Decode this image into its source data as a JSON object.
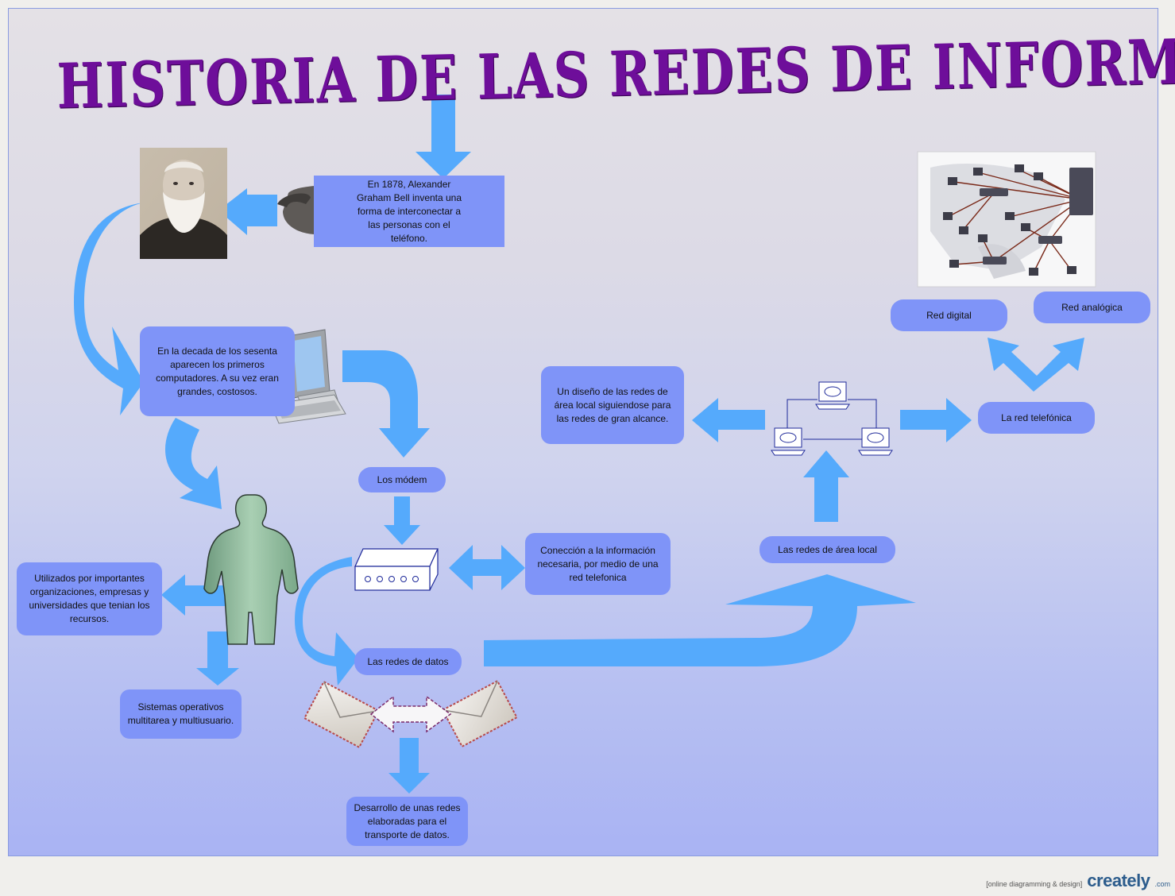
{
  "title": "HISTORIA DE LAS REDES DE INFORMACIÓN",
  "boxes": {
    "bell": "En 1878, Alexander Graham Bell inventa una forma de interconectar a las personas con el teléfono.",
    "sixties": "En la decada de los sesenta aparecen los primeros computadores. A su vez eran grandes, costosos.",
    "modem": "Los módem",
    "connection": "Conección a la información necesaria, por medio de una red telefonica",
    "used_by": "Utilizados por importantes organizaciones, empresas y universidades que tenian los recursos.",
    "os": "Sistemas operativos multitarea y multiusuario.",
    "data_networks": "Las redes de datos",
    "development": "Desarrollo de unas redes elaboradas para el transporte de datos.",
    "lan": "Las redes de área local",
    "lan_design": "Un diseño de las redes de área local siguiendose para las redes de gran alcance.",
    "phone_network": "La red telefónica",
    "digital": "Red digital",
    "analog": "Red analógica"
  },
  "footer": {
    "tagline": "[online diagramming & design]",
    "brand": "creately",
    "domain": ".com"
  },
  "colors": {
    "arrow": "#55aafc",
    "box": "#7f94f8",
    "title": "#6e0e9a"
  }
}
